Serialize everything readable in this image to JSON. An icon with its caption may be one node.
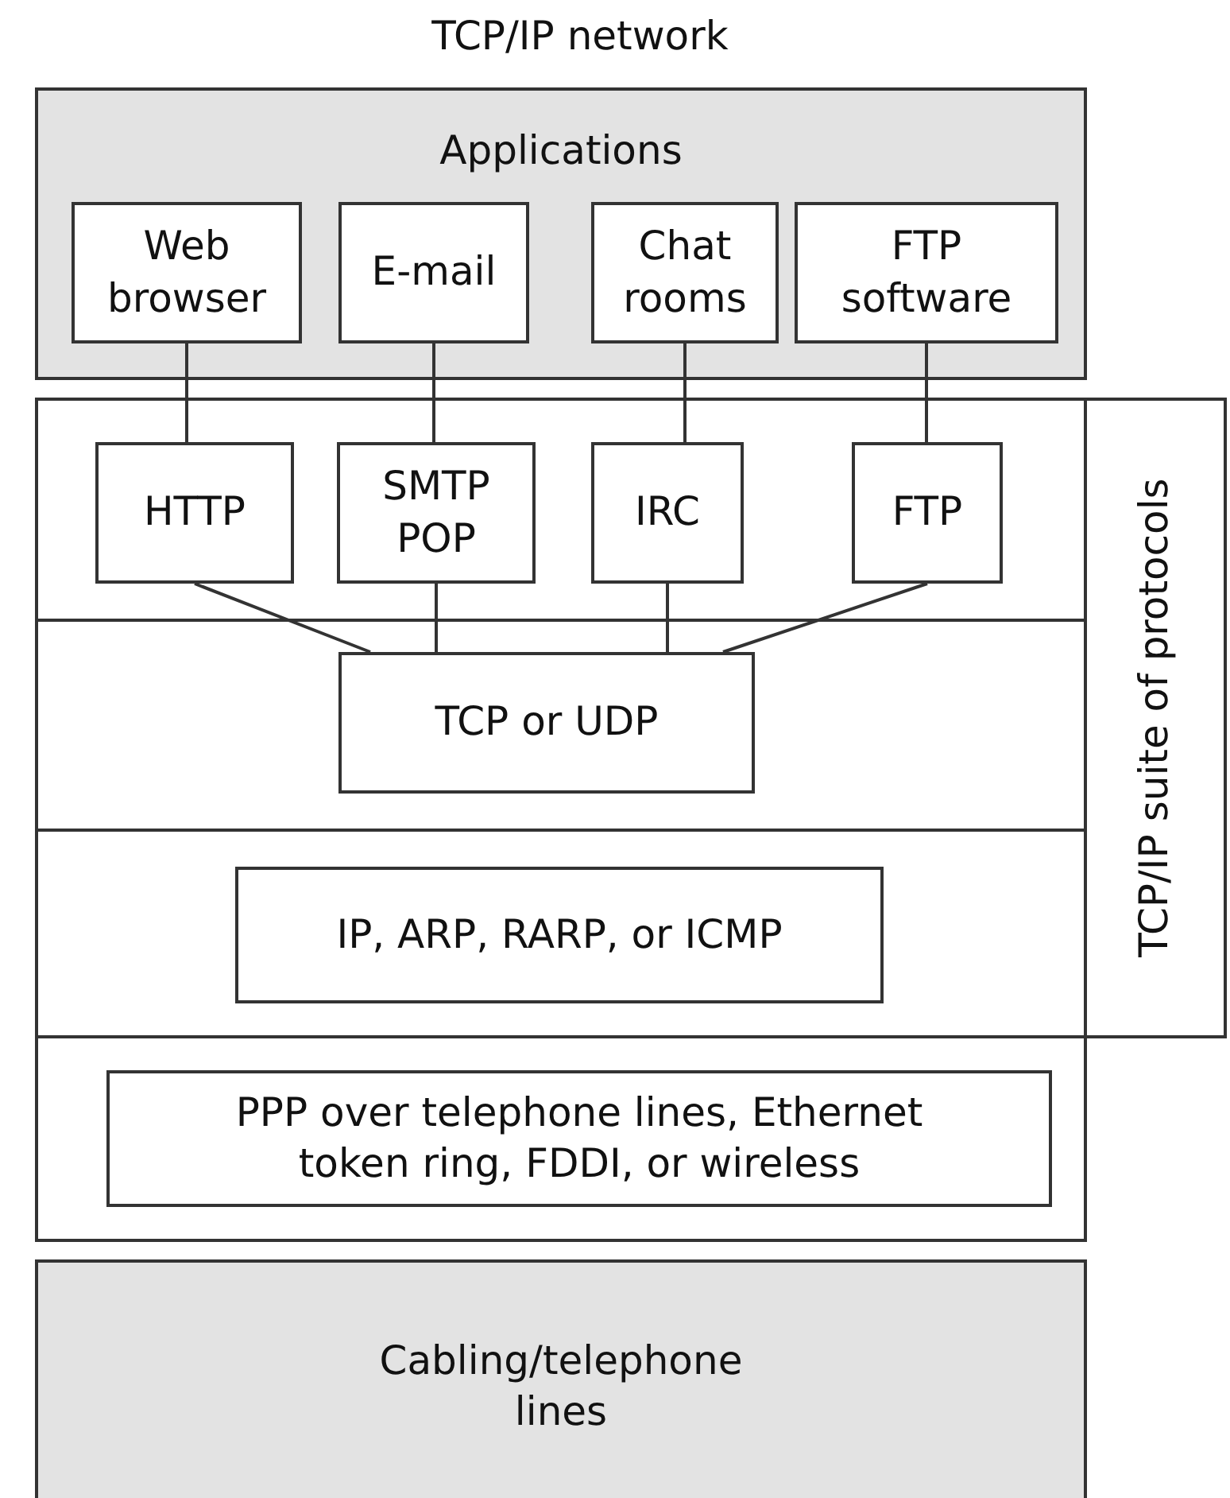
{
  "diagram": {
    "title": "TCP/IP network",
    "nodes": [
      {
        "text": [
          "Applications"
        ]
      },
      {
        "text": [
          "Web browser"
        ],
        "in": 0
      },
      {
        "text": [
          "E-mail"
        ],
        "in": 0
      },
      {
        "text": [
          "Chat rooms"
        ],
        "in": 0
      },
      {
        "text": [
          "FTP software"
        ],
        "in": 0
      },
      {
        "text": [],
        "shape": "box"
      },
      {
        "text": [
          "HTTP"
        ],
        "in": 5
      },
      {
        "text": [
          "SMTP POP"
        ],
        "in": 5
      },
      {
        "text": [
          "IRC"
        ],
        "in": 5
      },
      {
        "text": [
          "FTP"
        ],
        "in": 5
      },
      {
        "text": [],
        "shape": "box"
      },
      {
        "text": [
          "TCP or UDP"
        ],
        "in": 10
      },
      {
        "text": [],
        "shape": "box"
      },
      {
        "text": [
          "IP, ARP, RARP, or ICMP"
        ],
        "in": 12
      },
      {
        "text": [
          "TCP/IP suite of protocols"
        ]
      },
      {
        "text": [],
        "shape": "box"
      },
      {
        "text": [
          "PPP over telephone lines, Ethernet token ring, FDDI, or wireless"
        ],
        "in": 15
      },
      {
        "text": [
          "Cabling/telephone lines"
        ]
      }
    ],
    "edges": [
      {
        "from": 1,
        "to": 6,
        "arrow": "none"
      },
      {
        "from": 2,
        "to": 7,
        "arrow": "none"
      },
      {
        "from": 3,
        "to": 8,
        "arrow": "none"
      },
      {
        "from": 4,
        "to": 9,
        "arrow": "none"
      },
      {
        "from": 6,
        "to": 11,
        "arrow": "none"
      },
      {
        "from": 7,
        "to": 11,
        "arrow": "none"
      },
      {
        "from": 8,
        "to": 11,
        "arrow": "none"
      },
      {
        "from": 9,
        "to": 11,
        "arrow": "none"
      }
    ]
  }
}
